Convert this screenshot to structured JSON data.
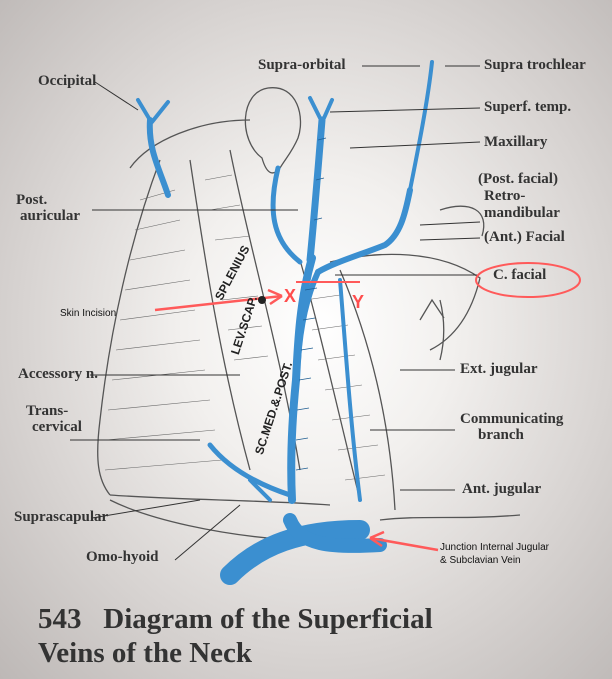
{
  "labels": {
    "occipital": "Occipital",
    "supra_orbital": "Supra-orbital",
    "supra_trochlear": "Supra trochlear",
    "superf_temp": "Superf. temp.",
    "maxillary": "Maxillary",
    "post_facial": "(Post. facial)",
    "retro": "Retro-",
    "mandibular": "mandibular",
    "ant_facial": "(Ant.) Facial",
    "c_facial": "C. facial",
    "post": "Post.",
    "auricular": "auricular",
    "skin_incision": "Skin Incision",
    "accessory": "Accessory n.",
    "ext_jugular": "Ext. jugular",
    "trans": "Trans-",
    "cervical": "cervical",
    "communicating": "Communicating",
    "branch": "branch",
    "ant_jugular": "Ant. jugular",
    "suprascapular": "Suprascapular",
    "omo_hyoid": "Omo-hyoid",
    "junction_1": "Junction Internal Jugular",
    "junction_2": "& Subclavian Vein",
    "splenius": "SPLENIUS",
    "lev_scap": "LEV.SCAP.",
    "sc_med_post": "SC.MED.&.POST."
  },
  "markers": {
    "x": "X",
    "y": "Y"
  },
  "caption": {
    "line1": "543   Diagram of the Superficial",
    "line2": "Veins of the Neck"
  },
  "colors": {
    "vein": "#3b8fd0",
    "annotation": "#ff5a5a",
    "text": "#333333"
  }
}
